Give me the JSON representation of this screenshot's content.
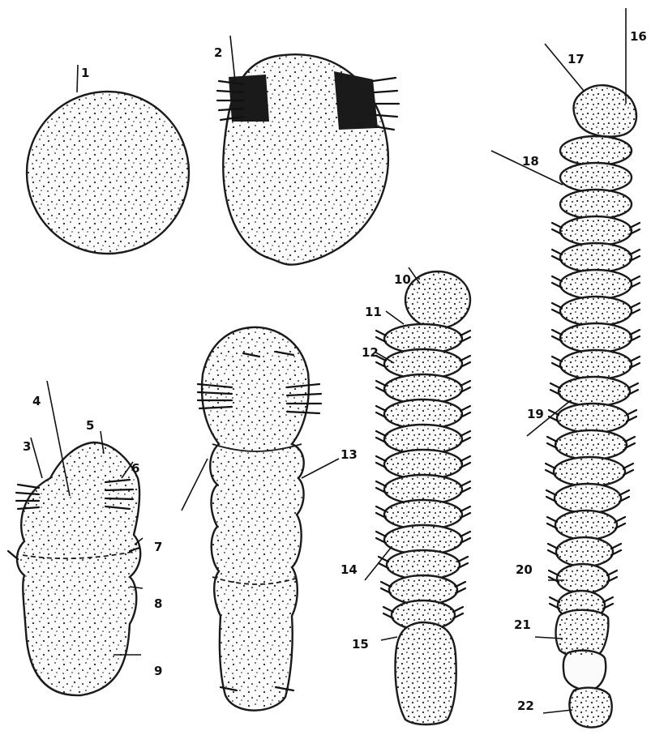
{
  "labels": [
    "1",
    "2",
    "3",
    "4",
    "5",
    "6",
    "7",
    "8",
    "9",
    "10",
    "11",
    "12",
    "13",
    "14",
    "15",
    "16",
    "17",
    "18",
    "19",
    "20",
    "21",
    "22"
  ],
  "colors": {
    "ink": "#111111",
    "paper": "#ffffff"
  }
}
